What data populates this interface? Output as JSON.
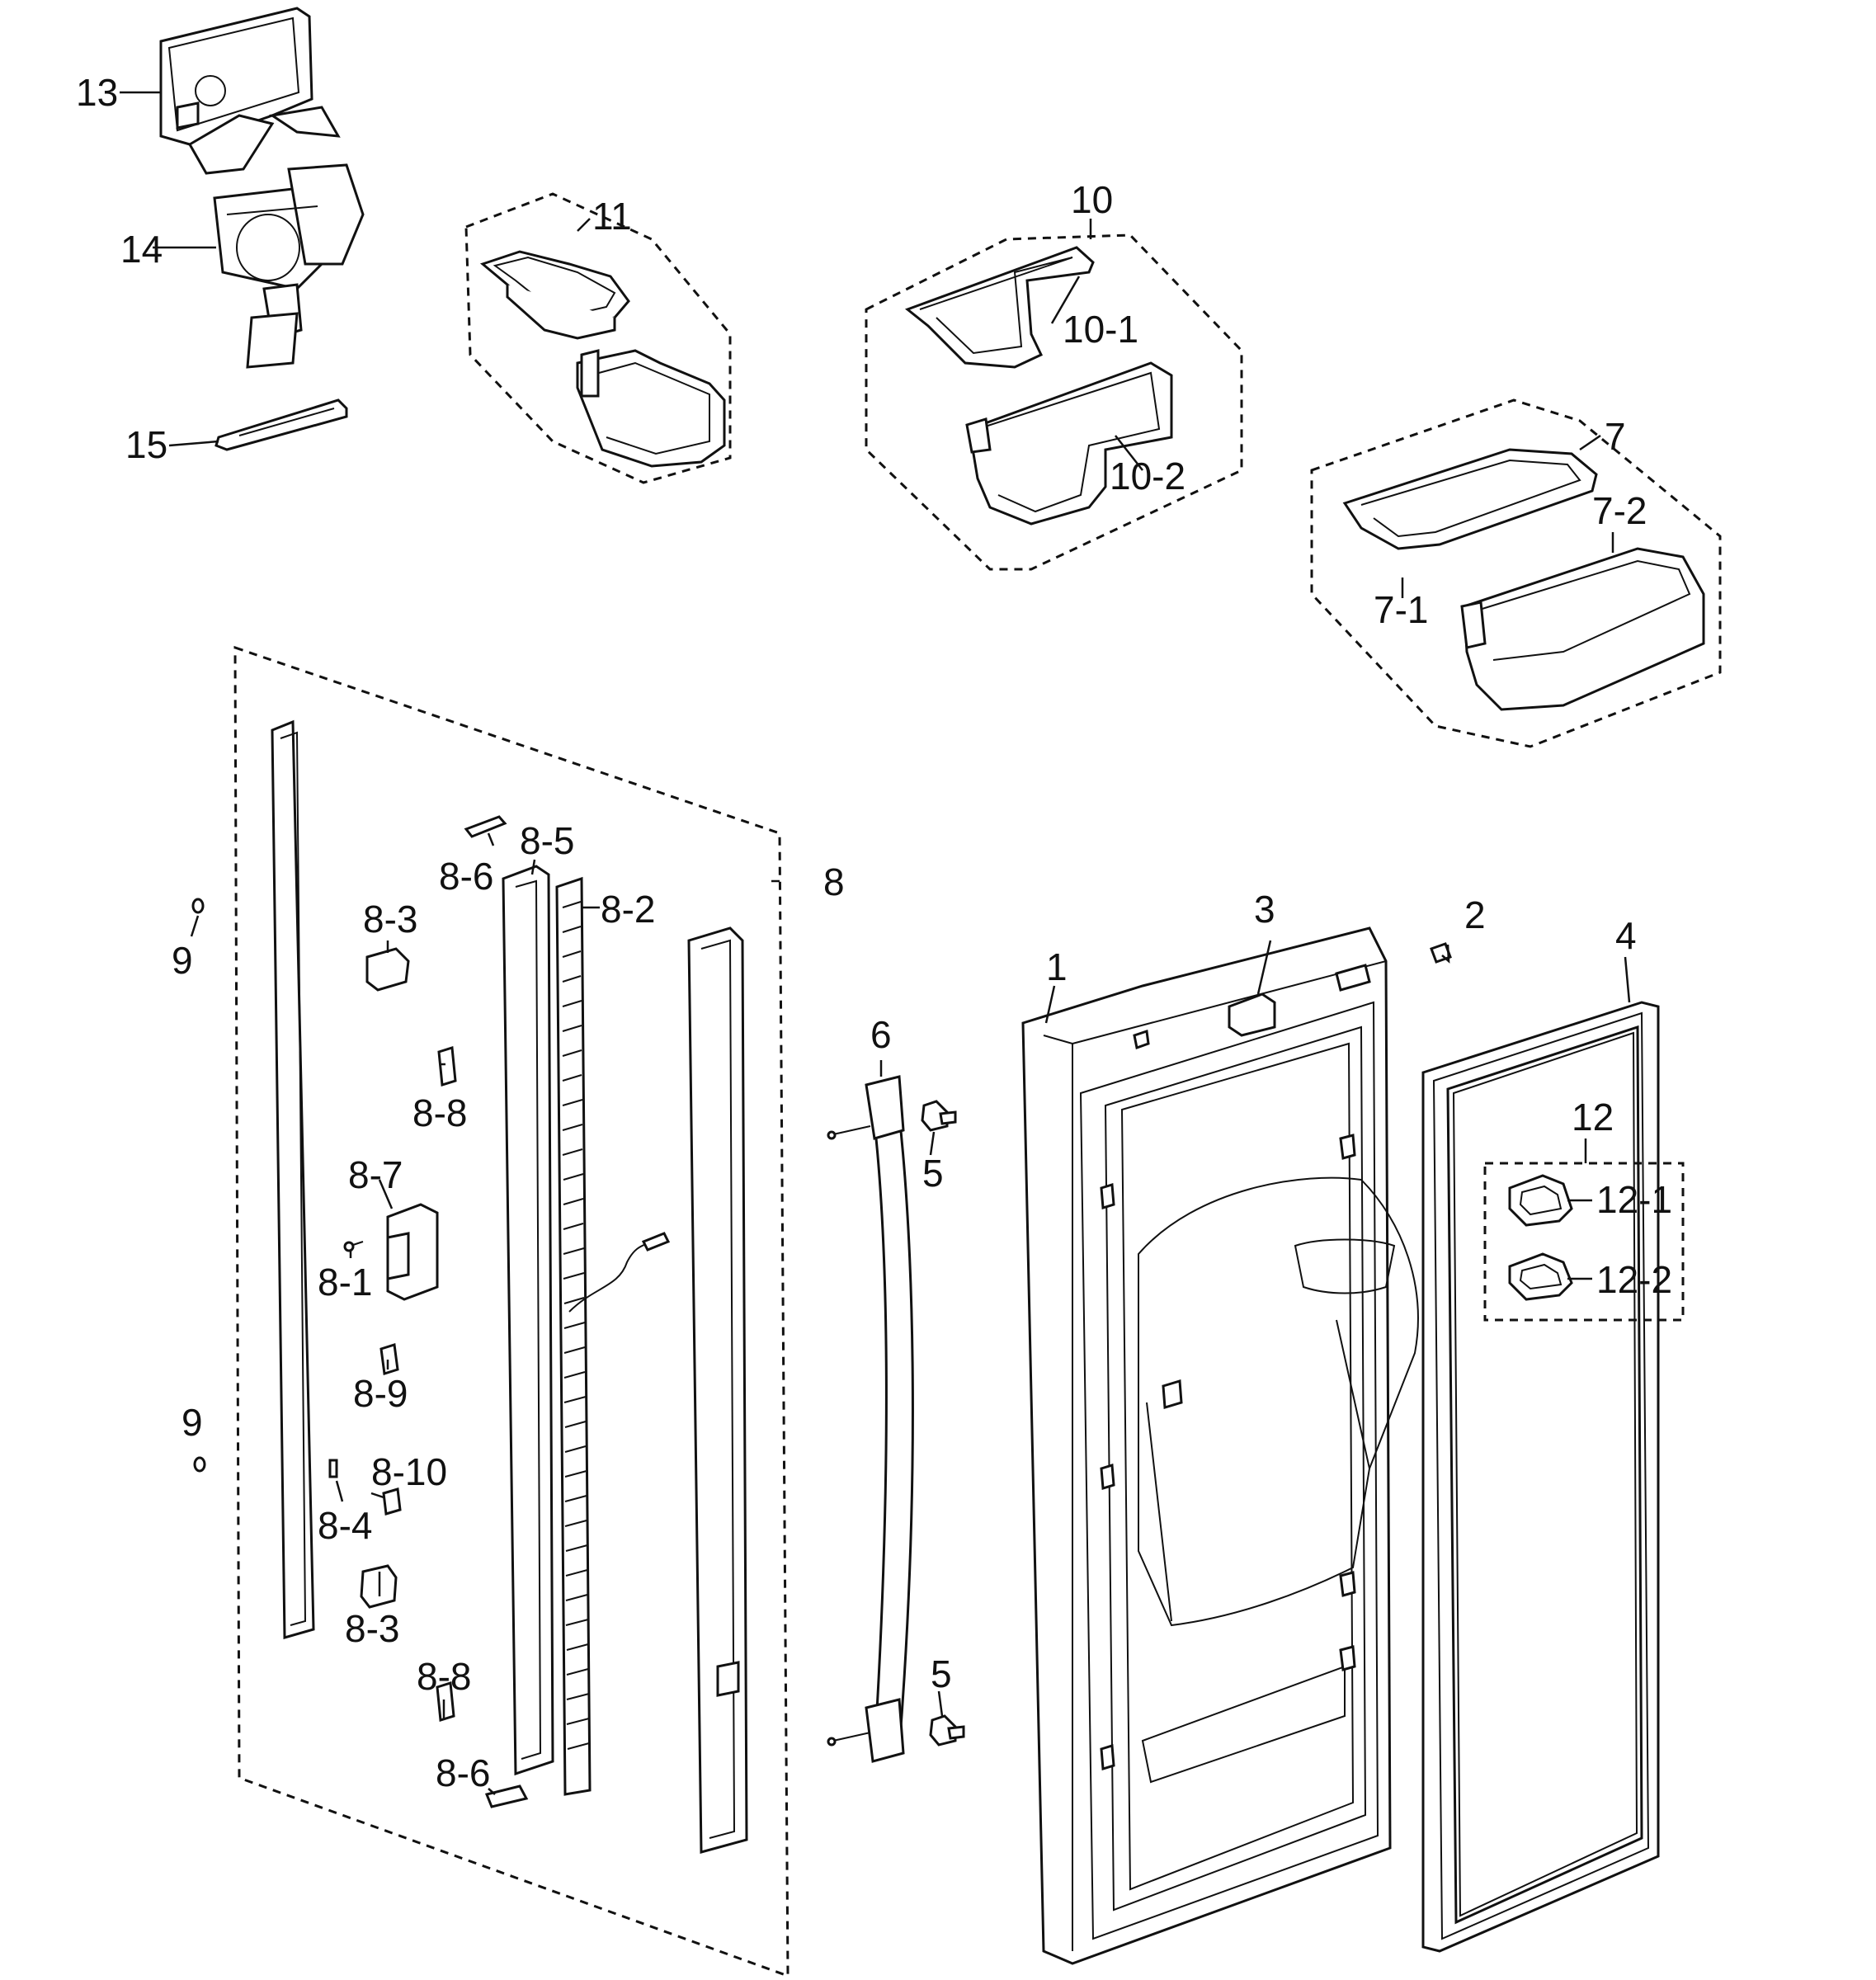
{
  "diagram": {
    "labels": {
      "p1": "1",
      "p2": "2",
      "p3": "3",
      "p4": "4",
      "p5a": "5",
      "p5b": "5",
      "p6": "6",
      "p7": "7",
      "p7_1": "7-1",
      "p7_2": "7-2",
      "p8": "8",
      "p8_1": "8-1",
      "p8_2": "8-2",
      "p8_3a": "8-3",
      "p8_3b": "8-3",
      "p8_4": "8-4",
      "p8_5": "8-5",
      "p8_6a": "8-6",
      "p8_6b": "8-6",
      "p8_7": "8-7",
      "p8_8a": "8-8",
      "p8_8b": "8-8",
      "p8_9": "8-9",
      "p8_10": "8-10",
      "p9a": "9",
      "p9b": "9",
      "p10": "10",
      "p10_1": "10-1",
      "p10_2": "10-2",
      "p11": "11",
      "p12": "12",
      "p12_1": "12-1",
      "p12_2": "12-2",
      "p13": "13",
      "p14": "14",
      "p15": "15"
    }
  }
}
